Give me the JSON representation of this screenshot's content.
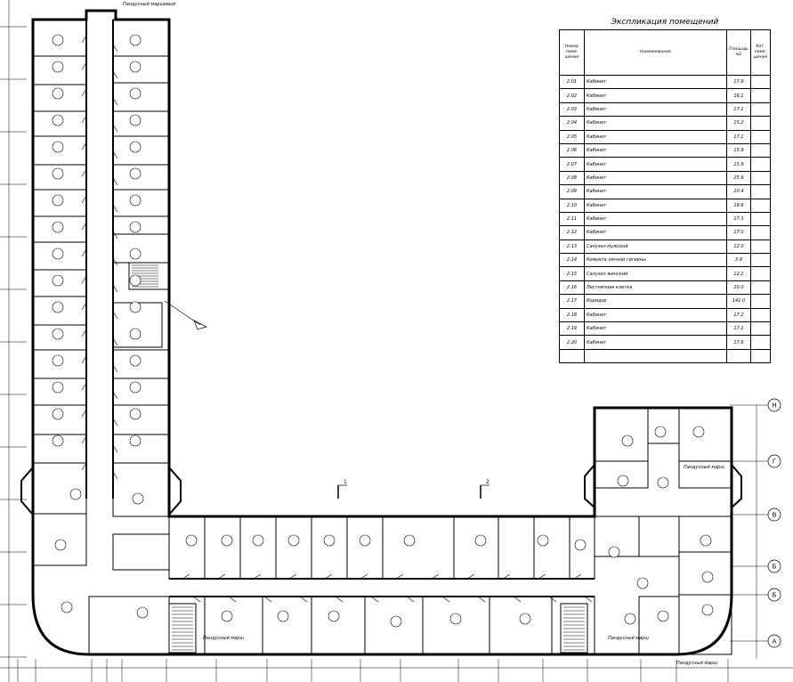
{
  "drawing": {
    "table_title": "Экспликация помещений",
    "headers": {
      "number": "Номер поме-щения",
      "name": "Наименование",
      "area": "Площадь м2",
      "category": "Кат. поме-щения"
    },
    "rooms": [
      {
        "number": "2.01",
        "name": "Кабинет",
        "area": "17.9"
      },
      {
        "number": "2.02",
        "name": "Кабинет",
        "area": "16.1"
      },
      {
        "number": "2.03",
        "name": "Кабинет",
        "area": "17.1"
      },
      {
        "number": "2.04",
        "name": "Кабинет",
        "area": "15.2"
      },
      {
        "number": "2.05",
        "name": "Кабинет",
        "area": "17.1"
      },
      {
        "number": "2.06",
        "name": "Кабинет",
        "area": "15.9"
      },
      {
        "number": "2.07",
        "name": "Кабинет",
        "area": "15.9"
      },
      {
        "number": "2.08",
        "name": "Кабинет",
        "area": "25.6"
      },
      {
        "number": "2.09",
        "name": "Кабинет",
        "area": "20.4"
      },
      {
        "number": "2.10",
        "name": "Кабинет",
        "area": "18.6"
      },
      {
        "number": "2.11",
        "name": "Кабинет",
        "area": "17.3"
      },
      {
        "number": "2.12",
        "name": "Кабинет",
        "area": "17.0"
      },
      {
        "number": "2.13",
        "name": "Санузел мужской",
        "area": "12.0"
      },
      {
        "number": "2.14",
        "name": "Комната личной гигиены",
        "area": "3.9"
      },
      {
        "number": "2.15",
        "name": "Санузел женский",
        "area": "12.2"
      },
      {
        "number": "2.16",
        "name": "Лестничная клетка",
        "area": "20.0"
      },
      {
        "number": "2.17",
        "name": "Коридор",
        "area": "142.0"
      },
      {
        "number": "2.18",
        "name": "Кабинет",
        "area": "17.2"
      },
      {
        "number": "2.19",
        "name": "Кабинет",
        "area": "17.1"
      },
      {
        "number": "2.20",
        "name": "Кабинет",
        "area": "17.6"
      }
    ],
    "axis_labels": [
      "Н",
      "Г",
      "В",
      "Б",
      "Б",
      "А"
    ],
    "section_marks": [
      "1",
      "2"
    ],
    "notes": {
      "top_note": "Пандусный маршевый",
      "stair_note_1": "Пандусный марш",
      "stair_note_2": "Пандусный марш",
      "right_note": "Пандусный марш",
      "corner_note": "Пандусный марш",
      "mid_note": "Пандусный марш"
    }
  }
}
